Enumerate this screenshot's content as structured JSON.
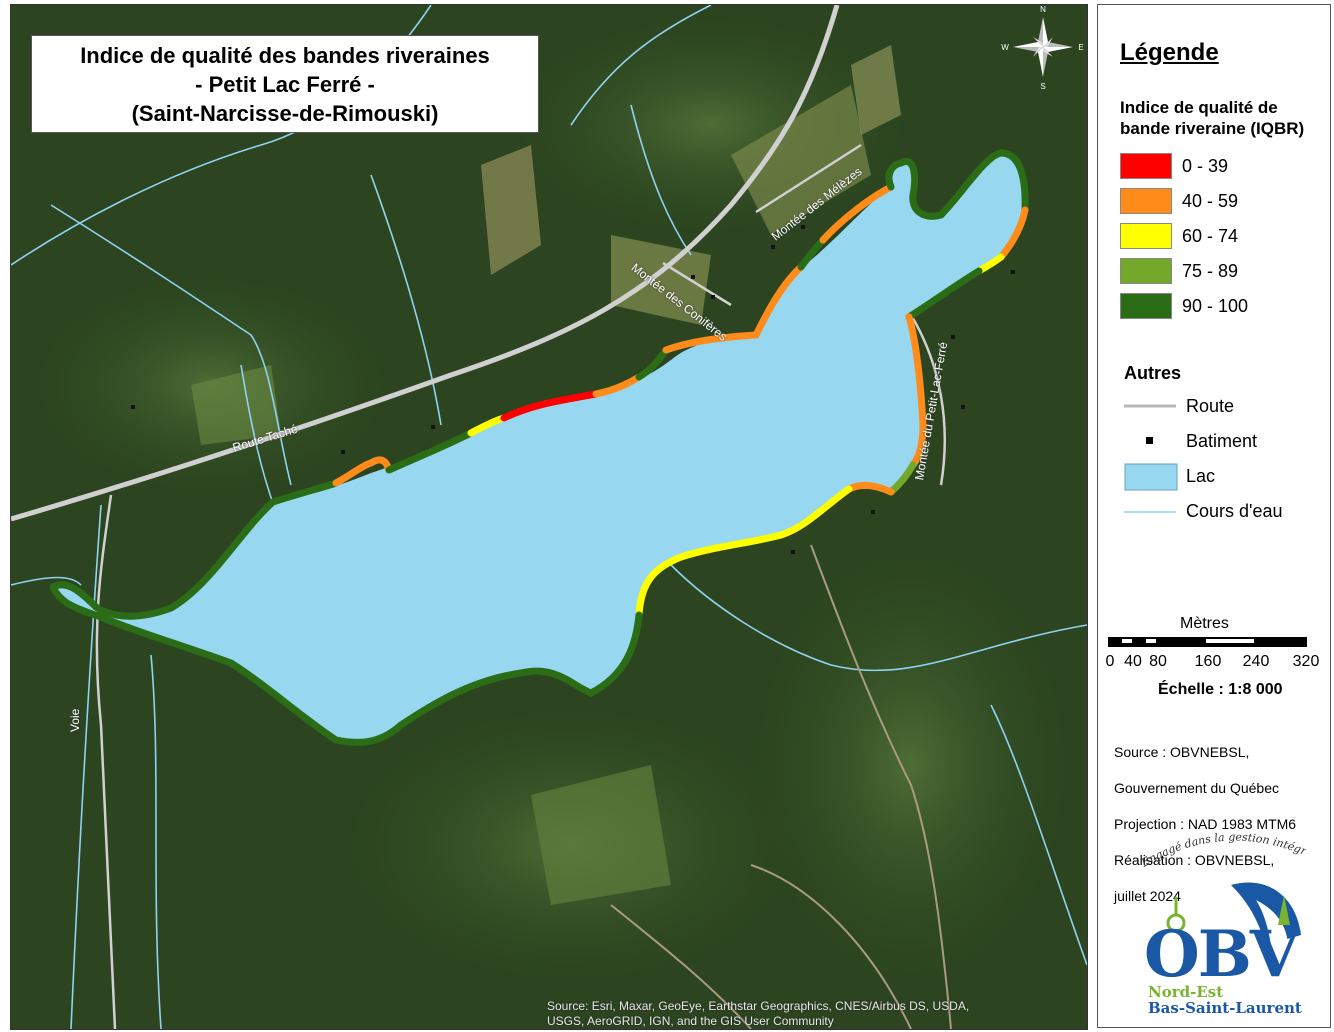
{
  "map": {
    "title_lines": [
      "Indice de qualité des bandes riveraines",
      "- Petit Lac Ferré -",
      "(Saint-Narcisse-de-Rimouski)"
    ],
    "road_labels": [
      "Route Taché",
      "Montée des Conifères",
      "Montée des Mélèzes",
      "Montée du Petit-Lac-Ferré",
      "Voie"
    ],
    "compass_letters": [
      "N",
      "E",
      "S",
      "W"
    ],
    "attribution": [
      "Source: Esri, Maxar, GeoEye, Earthstar Geographics, CNES/Airbus DS, USDA,",
      "USGS, AeroGRID, IGN, and the GIS User Community"
    ],
    "colors": {
      "lake": "#97d8f0",
      "forest": "#2f4a22",
      "road": "#d0d0d0",
      "stream": "#8fd3f0"
    }
  },
  "legend": {
    "title": "Légende",
    "iqbr_title_lines": [
      "Indice de qualité de",
      "bande riveraine (IQBR)"
    ],
    "classes": [
      {
        "label": "0 - 39",
        "color": "#ff0000"
      },
      {
        "label": "40 - 59",
        "color": "#ff8c1a"
      },
      {
        "label": "60 - 74",
        "color": "#ffff00"
      },
      {
        "label": "75 - 89",
        "color": "#74a82a"
      },
      {
        "label": "90 - 100",
        "color": "#2b6d16"
      }
    ],
    "others_title": "Autres",
    "others": [
      {
        "label": "Route",
        "symbol": "line",
        "color": "#b8b8b8"
      },
      {
        "label": "Batiment",
        "symbol": "square",
        "color": "#000000"
      },
      {
        "label": "Lac",
        "symbol": "fill",
        "color": "#97d8f0"
      },
      {
        "label": "Cours d'eau",
        "symbol": "thin-line",
        "color": "#8fd3f0"
      }
    ],
    "scale": {
      "unit": "Mètres",
      "ticks": [
        "0",
        "40",
        "80",
        "160",
        "240",
        "320"
      ],
      "ratio": "Échelle : 1:8 000"
    },
    "source_lines": [
      "Source : OBVNEBSL,",
      "Gouvernement du Québec",
      "Projection : NAD 1983 MTM6",
      "Réalisation : OBVNEBSL,",
      "juillet 2024"
    ],
    "logo": {
      "tagline": "Engagé dans la gestion intégrée de l'eau",
      "brand": "OBV",
      "line1": "Nord-Est",
      "line2": "Bas-Saint-Laurent"
    }
  }
}
